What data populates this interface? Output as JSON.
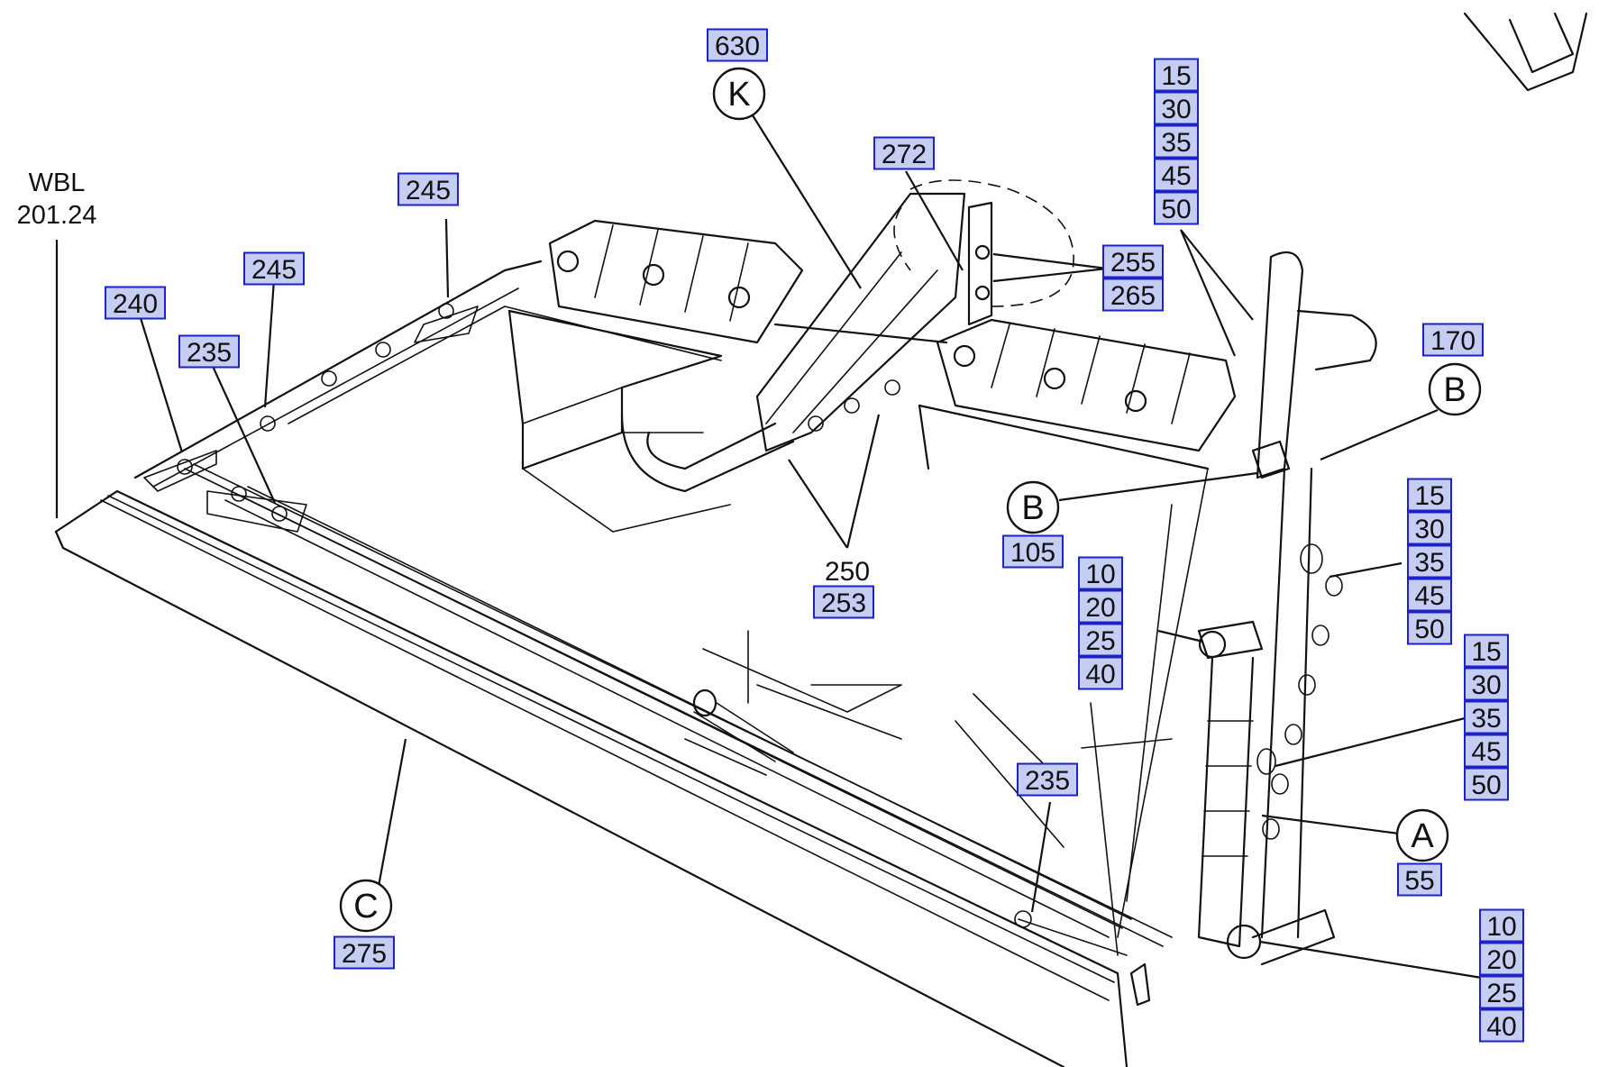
{
  "colors": {
    "callout_fill": "#c5cdf3",
    "callout_border": "#1a22c8",
    "line": "#111111",
    "background": "#ffffff"
  },
  "reference": {
    "line1": "WBL",
    "line2": "201.24"
  },
  "detail_markers": [
    {
      "id": "K",
      "letter": "K"
    },
    {
      "id": "B1",
      "letter": "B"
    },
    {
      "id": "B2",
      "letter": "B"
    },
    {
      "id": "C",
      "letter": "C"
    },
    {
      "id": "A",
      "letter": "A"
    }
  ],
  "plain_labels": [
    {
      "id": "p250",
      "text": "250"
    }
  ],
  "callout_groups": [
    {
      "id": "g630",
      "items": [
        "630"
      ]
    },
    {
      "id": "g272",
      "items": [
        "272"
      ]
    },
    {
      "id": "g245a",
      "items": [
        "245"
      ]
    },
    {
      "id": "g245b",
      "items": [
        "245"
      ]
    },
    {
      "id": "g240",
      "items": [
        "240"
      ]
    },
    {
      "id": "g235a",
      "items": [
        "235"
      ]
    },
    {
      "id": "g_top",
      "items": [
        "15",
        "30",
        "35",
        "45",
        "50"
      ]
    },
    {
      "id": "g255",
      "items": [
        "255",
        "265"
      ]
    },
    {
      "id": "g170",
      "items": [
        "170"
      ]
    },
    {
      "id": "g105",
      "items": [
        "105"
      ]
    },
    {
      "id": "g253",
      "items": [
        "253"
      ]
    },
    {
      "id": "g_mid_right",
      "items": [
        "15",
        "30",
        "35",
        "45",
        "50"
      ]
    },
    {
      "id": "g_mid",
      "items": [
        "10",
        "20",
        "25",
        "40"
      ]
    },
    {
      "id": "g_low_right",
      "items": [
        "15",
        "30",
        "35",
        "45",
        "50"
      ]
    },
    {
      "id": "g235b",
      "items": [
        "235"
      ]
    },
    {
      "id": "g55",
      "items": [
        "55"
      ]
    },
    {
      "id": "g275",
      "items": [
        "275"
      ]
    },
    {
      "id": "g_bottom_right",
      "items": [
        "10",
        "20",
        "25",
        "40"
      ]
    }
  ]
}
